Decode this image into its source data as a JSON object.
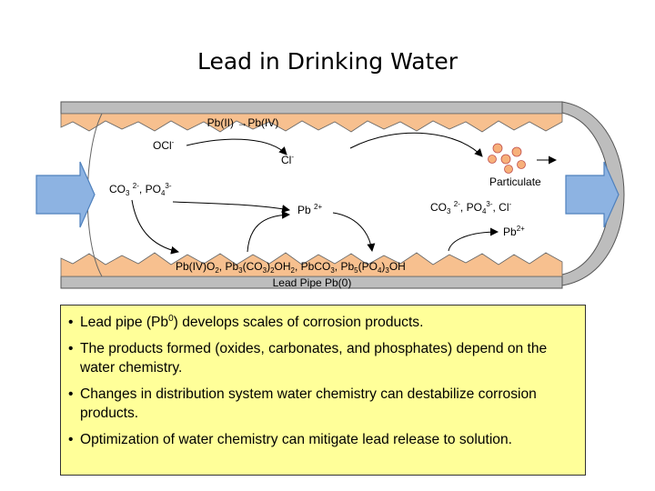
{
  "title": "Lead in Drinking Water",
  "colors": {
    "pipe": "#bdbdbd",
    "pipe_border": "#555555",
    "scale": "#f7c08f",
    "arrow_fill": "#8db3e2",
    "arrow_stroke": "#4f81bd",
    "particle": "#f7b07a",
    "bullet_box": "#ffff99"
  },
  "diagram": {
    "reaction_label": "Pb(II) →Pb(IV)",
    "pipe_label": "Lead Pipe Pb(0)",
    "ocl": {
      "base": "OCl",
      "sup": "-"
    },
    "cl": {
      "base": "Cl",
      "sup": "-"
    },
    "pb_ion": {
      "base": "Pb ",
      "sup": "2+"
    },
    "left_ions": {
      "t1": "CO",
      "s1": "3",
      "t2": " ",
      "p1": "2-",
      "t3": ", PO",
      "s2": "4",
      "p2": "3-"
    },
    "right_ions": {
      "t1": "CO",
      "s1": "3",
      "t2": " ",
      "p1": "2-",
      "t3": ", PO",
      "s2": "4",
      "p2": "3-",
      "t4": ", Cl",
      "p3": "-"
    },
    "pb2": {
      "base": "Pb",
      "sup": "2+"
    },
    "particulate": "Particulate",
    "scale_products": {
      "a": "Pb(IV)O",
      "a_sub": "2",
      "b": ",  Pb",
      "b_sub1": "3",
      "b2": "(CO",
      "b_sub2": "3",
      "b3": ")",
      "b_sub3": "2",
      "b4": "OH",
      "b_sub4": "2",
      "c": ",  PbCO",
      "c_sub": "3",
      "d": ",  Pb",
      "d_sub1": "5",
      "d2": "(PO",
      "d_sub2": "4",
      "d3": ")",
      "d_sub3": "3",
      "d4": "OH"
    }
  },
  "bullets": [
    {
      "before": "Lead pipe (Pb",
      "sup": "0",
      "after": ") develops scales of corrosion products."
    },
    {
      "text": "The products formed (oxides, carbonates, and phosphates) depend on the water chemistry."
    },
    {
      "text": "Changes in distribution system water chemistry can destabilize corrosion products."
    },
    {
      "text": "Optimization of water chemistry can mitigate lead release to solution."
    }
  ]
}
